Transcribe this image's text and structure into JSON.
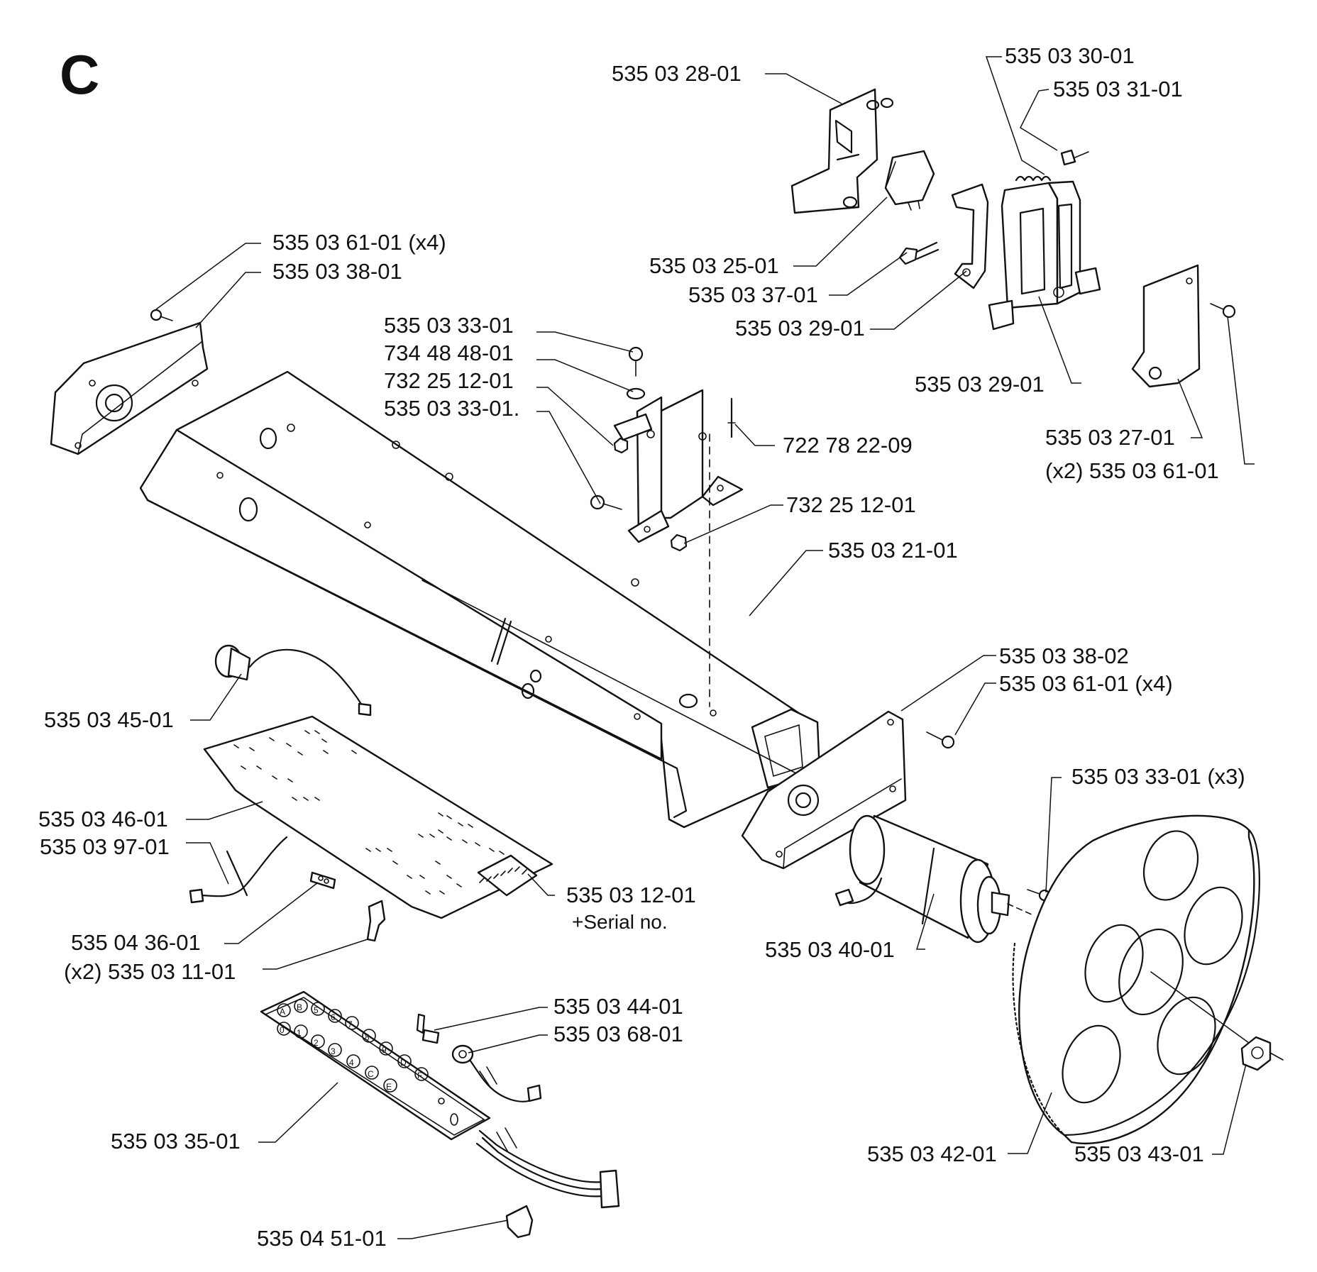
{
  "section": "C",
  "labels": {
    "p1": "535 03 28-01",
    "p2": "535 03 30-01",
    "p3": "535 03 31-01",
    "p4": "535 03 61-01 (x4)",
    "p5": "535 03 38-01",
    "p6": "535 03 25-01",
    "p7": "535 03 37-01",
    "p8": "535 03 29-01",
    "p9": "535 03 33-01",
    "p10": "734 48 48-01",
    "p11": "732 25 12-01",
    "p12": "535 03 33-01.",
    "p13": "535 03 29-01",
    "p14": "722 78 22-09",
    "p15": "535 03 27-01",
    "p16": "(x2) 535 03 61-01",
    "p17": "732 25 12-01",
    "p18": "535 03 21-01",
    "p19": "535 03 38-02",
    "p20": "535 03 61-01 (x4)",
    "p21": "535 03 45-01",
    "p22": "535 03 33-01 (x3)",
    "p23": "535 03 46-01",
    "p24": "535 03 97-01",
    "p25": "535 03 12-01",
    "p25b": "+Serial no.",
    "p26": "535 04 36-01",
    "p27": "535 03 40-01",
    "p28": "(x2) 535 03 11-01",
    "p29": "535 03 44-01",
    "p30": "535 03 68-01",
    "p31": "535 03 35-01",
    "p32": "535 03 42-01",
    "p33": "535 03 43-01",
    "p34": "535 04 51-01"
  },
  "keypad": {
    "row1": [
      "A",
      "B",
      "5",
      "6",
      "7",
      "8",
      "9",
      "D",
      "F"
    ],
    "row2": [
      "0",
      "1",
      "2",
      "3",
      "4",
      "C",
      "E"
    ]
  }
}
